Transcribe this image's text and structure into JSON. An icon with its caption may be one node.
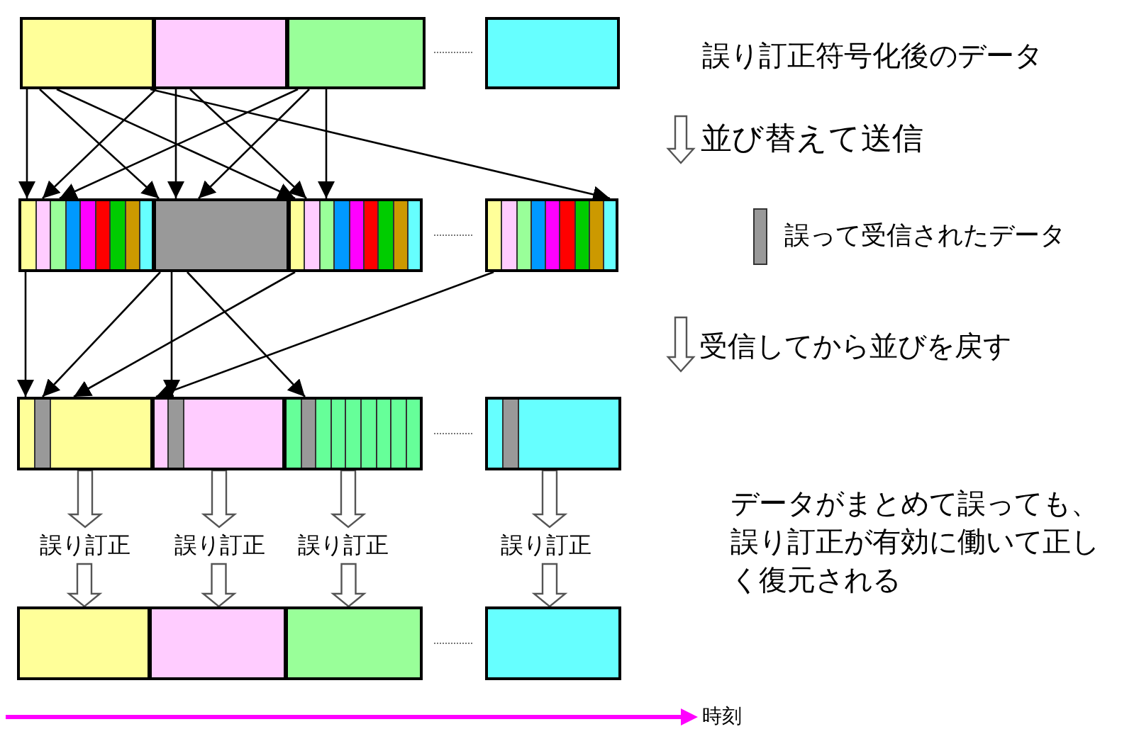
{
  "diagram": {
    "nodes": [
      {
        "text": [],
        "shape": "box"
      },
      {
        "text": [],
        "shape": "box"
      },
      {
        "text": [],
        "shape": "box"
      },
      {
        "text": [],
        "shape": "box"
      },
      {
        "text": [],
        "shape": "box"
      },
      {
        "text": [],
        "shape": "box"
      },
      {
        "text": [],
        "shape": "box"
      },
      {
        "text": [],
        "shape": "box"
      },
      {
        "text": [],
        "shape": "box"
      },
      {
        "text": [],
        "shape": "box"
      },
      {
        "text": [],
        "shape": "box"
      },
      {
        "text": [],
        "shape": "box"
      },
      {
        "text": [
          "誤り訂正"
        ]
      },
      {
        "text": [
          "誤り訂正"
        ]
      },
      {
        "text": [
          "誤り訂正"
        ]
      },
      {
        "text": [
          "誤り訂正"
        ]
      },
      {
        "text": [],
        "shape": "box"
      },
      {
        "text": [],
        "shape": "box"
      },
      {
        "text": [],
        "shape": "box"
      },
      {
        "text": [],
        "shape": "box"
      }
    ],
    "edges": [
      {
        "from": 0,
        "to": 4,
        "arrow": "to"
      },
      {
        "from": 0,
        "to": 5,
        "arrow": "to"
      },
      {
        "from": 0,
        "to": 6,
        "arrow": "to"
      },
      {
        "from": 1,
        "to": 4,
        "arrow": "to"
      },
      {
        "from": 1,
        "to": 5,
        "arrow": "to"
      },
      {
        "from": 1,
        "to": 6,
        "arrow": "to"
      },
      {
        "from": 2,
        "to": 4,
        "arrow": "to"
      },
      {
        "from": 2,
        "to": 5,
        "arrow": "to"
      },
      {
        "from": 2,
        "to": 6,
        "arrow": "to"
      },
      {
        "from": 0,
        "to": 7,
        "arrow": "to"
      },
      {
        "from": 4,
        "to": 8,
        "arrow": "to"
      },
      {
        "from": 5,
        "to": 8,
        "arrow": "to"
      },
      {
        "from": 6,
        "to": 8,
        "arrow": "to"
      },
      {
        "from": 5,
        "to": 9,
        "arrow": "to"
      },
      {
        "from": 5,
        "to": 10,
        "arrow": "to"
      },
      {
        "from": 7,
        "to": 9,
        "arrow": "to"
      },
      {
        "from": 8,
        "to": 12,
        "arrow": "to",
        "style": "thick"
      },
      {
        "from": 12,
        "to": 16,
        "arrow": "to",
        "style": "thick"
      },
      {
        "from": 9,
        "to": 13,
        "arrow": "to",
        "style": "thick"
      },
      {
        "from": 13,
        "to": 17,
        "arrow": "to",
        "style": "thick"
      },
      {
        "from": 10,
        "to": 14,
        "arrow": "to",
        "style": "thick"
      },
      {
        "from": 14,
        "to": 18,
        "arrow": "to",
        "style": "thick"
      },
      {
        "from": 11,
        "to": 15,
        "arrow": "to",
        "style": "thick"
      },
      {
        "from": 15,
        "to": 19,
        "arrow": "to",
        "style": "thick"
      }
    ],
    "labels": [
      "誤り訂正符号化後のデータ",
      "並び替えて送信",
      "受信してから並びを戻す",
      "データがまとめて誤っても、誤り訂正が有効に働いて正しく復元される",
      "時刻"
    ],
    "legend": [
      {
        "text": "誤って受信されたデータ",
        "color": "#999999"
      }
    ]
  }
}
